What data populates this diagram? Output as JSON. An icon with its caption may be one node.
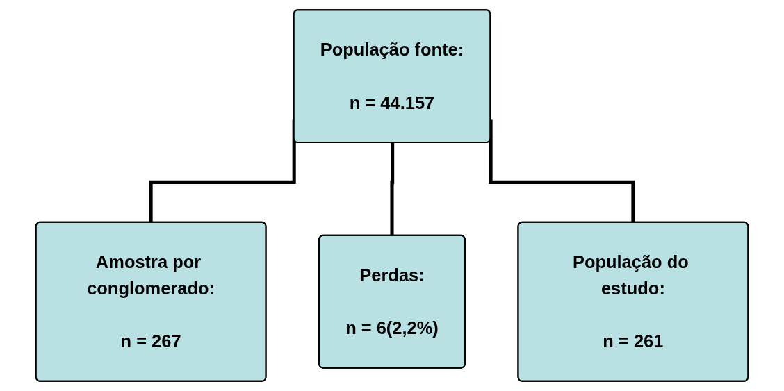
{
  "diagram": {
    "nodes": [
      {
        "text": [
          "População fonte:",
          "n = 44.157"
        ]
      },
      {
        "text": [
          "Amostra por conglomerado:",
          "n = 267"
        ]
      },
      {
        "text": [
          "Perdas:",
          "n = 6(2,2%)"
        ]
      },
      {
        "text": [
          "População do estudo:",
          "n = 261"
        ]
      }
    ],
    "edges": [
      {
        "from": 0,
        "to": 1,
        "arrow": "none"
      },
      {
        "from": 0,
        "to": 2,
        "arrow": "none"
      },
      {
        "from": 0,
        "to": 3,
        "arrow": "none"
      }
    ]
  }
}
